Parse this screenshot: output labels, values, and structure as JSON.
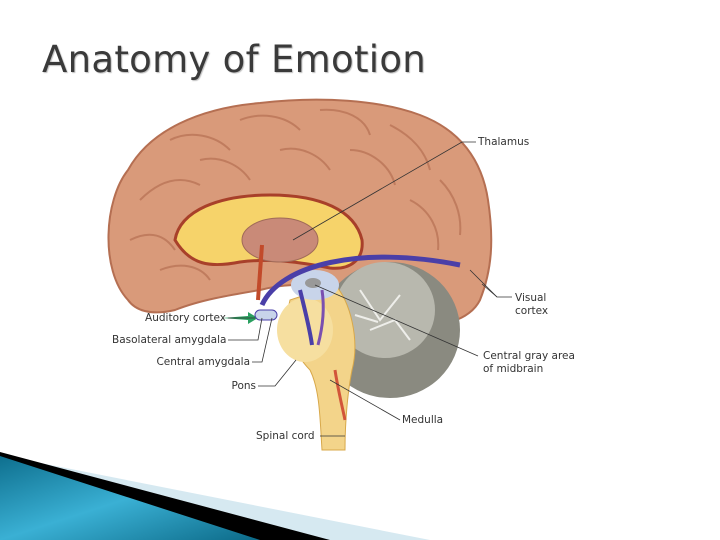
{
  "slide": {
    "title": "Anatomy of Emotion"
  },
  "diagram": {
    "labels": {
      "thalamus": "Thalamus",
      "visual_cortex_1": "Visual",
      "visual_cortex_2": "cortex",
      "central_gray_1": "Central gray area",
      "central_gray_2": "of midbrain",
      "medulla": "Medulla",
      "spinal_cord": "Spinal cord",
      "auditory_cortex": "Auditory cortex",
      "basolateral_amygdala": "Basolateral amygdala",
      "central_amygdala": "Central amygdala",
      "pons": "Pons"
    },
    "colors": {
      "cortex": "#d99a7a",
      "cortex_dark": "#b56f52",
      "corpus": "#f6d36a",
      "thalamus": "#c98a78",
      "cerebellum": "#8a8a80",
      "brainstem": "#f3d48a",
      "pathway_blue": "#4a3fa8",
      "pathway_red": "#d2553a",
      "auditory_green": "#2aa060"
    }
  },
  "footer": {
    "accent_color": "#1a8fb5"
  }
}
